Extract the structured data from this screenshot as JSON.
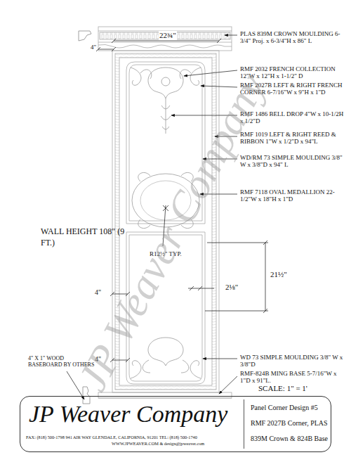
{
  "diagram": {
    "nodes": [
      {
        "text": [
          "JP Weaver Company",
          "FAX: (818) 500-1798     941 AIR WAY GLENDALE, CALIFORNIA, 91201   TEL: (818) 500-1740",
          "WWW.JPWEAVER.COM  & design@jpweaver.com",
          "Panel Corner Design #5",
          "RMF 2027B Corner, PLAS",
          "839M Crown & 824B Base"
        ]
      }
    ],
    "labels": [
      "PLAS 839M CROWN MOULDING 6-3/4\" Proj. x 6-3/4\"H x 86\" L",
      "RMF 2032 FRENCH COLLECTION 12\"W x 12\"H x 1-1/2\" D",
      "RMF 2027B LEFT & RIGHT FRENCH CORNER 6-7/16\"W x 9\"H x 1\"D",
      "RMF 1486 BELL DROP 4\"W x 10-1/2H x 1/2\"D",
      "RMF 1019 LEFT & RIGHT REED & RIBBON 1\"W x 1/2\"D x 94\"L",
      "WD/RM 73 SIMPLE MOULDING 3/8\" W x 3/8\"D x 94\" L",
      "RMF 7118 OVAL MEDALLION 22-1/2\"W x 18\"H x 1\"D",
      "WD 73 SIMPLE MOULDING 3/8\" W x 3/8\"D",
      "RMF-824B MING BASE 5-7/16\"W x 1\"D x 91\"L.",
      "WALL HEIGHT 108\" (9 FT.)",
      "4\" X 1\" WOOD BASEBOARD BY OTHERS",
      "SCALE: 1\" = 1'",
      "4\"",
      "22¾\"",
      "R12½\" TYP.",
      "21½\"",
      "2⅛\"",
      "4\"",
      "4\"",
      "JP Weaver Company"
    ]
  }
}
